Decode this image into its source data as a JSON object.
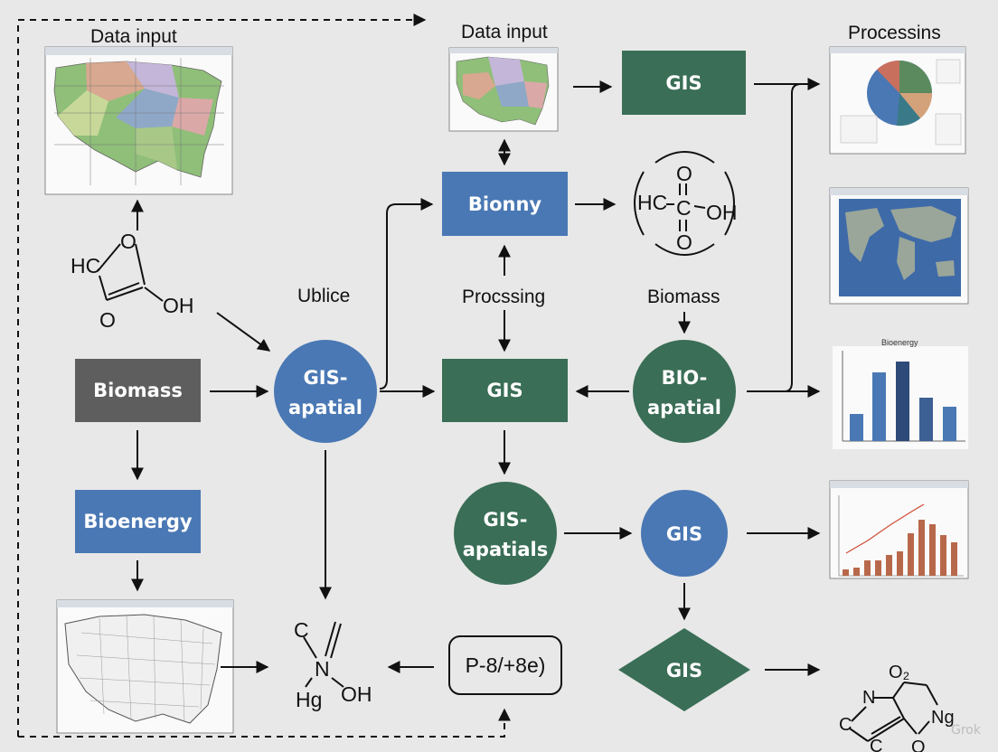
{
  "labels": {
    "data_input_left": "Data input",
    "data_input_mid": "Data input",
    "processins": "Processins",
    "ublice": "Ublice",
    "procssing": "Procssing",
    "biomass_label": "Biomass"
  },
  "nodes": {
    "biomass_box": "Biomass",
    "bioenergy_box": "Bioenergy",
    "gis_top": "GIS",
    "bionny": "Bionny",
    "gis_center": "GIS",
    "gis_apatial_line1": "GIS-",
    "gis_apatial_line2": "apatial",
    "bio_apatial_line1": "BIO-",
    "bio_apatial_line2": "apatial",
    "gis_apatials_line1": "GIS-",
    "gis_apatials_line2": "apatials",
    "gis_circle": "GIS",
    "gis_diamond": "GIS",
    "formula_box": "P-8/+8e)"
  },
  "chemistry": {
    "left_hc": "HC",
    "left_o_top": "O",
    "left_oh": "OH",
    "left_o_bottom": "O",
    "right_hc": "HC",
    "right_o_top": "O",
    "right_c": "C",
    "right_oh": "OH",
    "right_o_bottom": "O",
    "bottom_c": "C",
    "bottom_n": "N",
    "bottom_oh": "OH",
    "bottom_hg": "Hg",
    "ring_o2": "O₂",
    "ring_n_top": "N",
    "ring_c_left": "C",
    "ring_c_bottom": "C",
    "ring_ng": "Ng",
    "ring_o_bottom": "O"
  },
  "thumbnails": {
    "bioenergy_chart_title": "Bioenergy"
  },
  "watermark": "Grok",
  "colors": {
    "gray_box": "#5e5e5e",
    "blue": "#4a78b4",
    "green": "#3a6e56",
    "background": "#e8e8e8"
  },
  "icons": [
    "map-thumbnail",
    "pie-chart-thumbnail",
    "world-map-thumbnail",
    "bar-chart-thumbnail",
    "combo-chart-thumbnail",
    "line-map-thumbnail"
  ]
}
